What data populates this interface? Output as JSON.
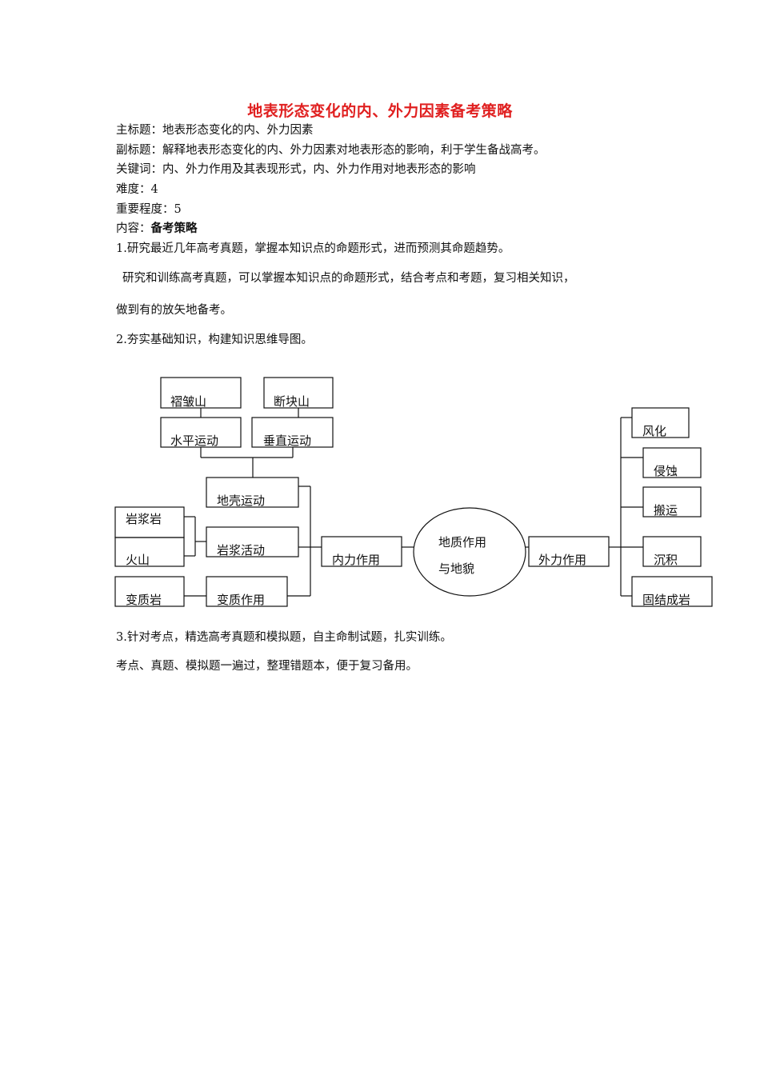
{
  "title": "地表形态变化的内、外力因素备考策略",
  "meta": {
    "main_title": "主标题：地表形态变化的内、外力因素",
    "subtitle": "副标题：解释地表形态变化的内、外力因素对地表形态的影响，利于学生备战高考。",
    "keywords": "关键词：内、外力作用及其表现形式，内、外力作用对地表形态的影响",
    "difficulty": "难度：4",
    "importance": "重要程度：5",
    "content_label": "内容：",
    "content_value": "备考策略"
  },
  "sections": {
    "s1_heading": "1.研究最近几年高考真题，掌握本知识点的命题形式，进而预测其命题趋势。",
    "s1_body_1": "研究和训练高考真题，可以掌握本知识点的命题形式，结合考点和考题，复习相关知识，",
    "s1_body_2": "做到有的放矢地备考。",
    "s2_heading": "2.夯实基础知识，构建知识思维导图。",
    "s3_heading": "3.针对考点，精选高考真题和模拟题，自主命制试题，扎实训练。",
    "s3_body": "考点、真题、模拟题一遍过，整理错题本，便于复习备用。"
  },
  "diagram": {
    "center_line1": "地质作用",
    "center_line2": "与地貌",
    "internal": "内力作用",
    "external": "外力作用",
    "fold_mountain": "褶皱山",
    "fault_block_mountain": "断块山",
    "horizontal_movement": "水平运动",
    "vertical_movement": "垂直运动",
    "crustal_movement": "地壳运动",
    "magma_activity": "岩浆活动",
    "metamorphism": "变质作用",
    "magmatic_rock": "岩浆岩",
    "volcano": "火山",
    "metamorphic_rock": "变质岩",
    "weathering": "风化",
    "erosion": "侵蚀",
    "transport": "搬运",
    "deposition": "沉积",
    "lithification": "固结成岩"
  }
}
